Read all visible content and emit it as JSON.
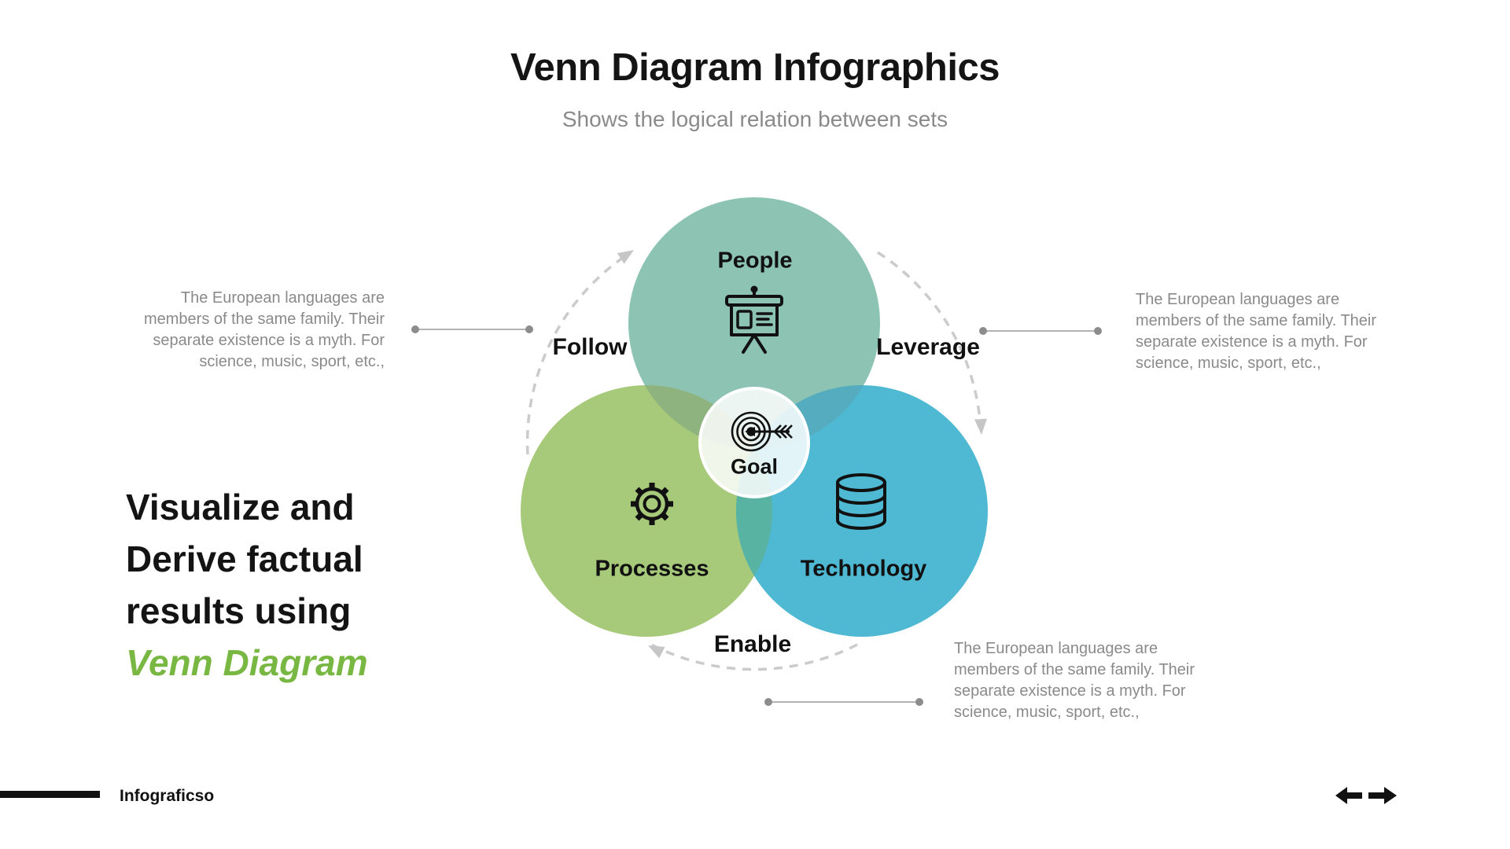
{
  "slide": {
    "title": "Venn Diagram Infographics",
    "subtitle": "Shows the logical relation between sets"
  },
  "headline": {
    "lines": [
      "Visualize and",
      "Derive factual",
      "results using"
    ],
    "accent": "Venn Diagram",
    "accent_color": "#79b743"
  },
  "venn": {
    "sets": [
      {
        "label": "People",
        "icon": "presentation-board-icon",
        "color": "#8dc3b3"
      },
      {
        "label": "Processes",
        "icon": "gear-icon",
        "color": "#a7c97a"
      },
      {
        "label": "Technology",
        "icon": "database-icon",
        "color": "#4fb8d3"
      }
    ],
    "overlaps": {
      "people_processes": "#8eb37e",
      "people_technology": "#55acbf",
      "processes_technology": "#58b3a2",
      "all": "#6fbcae"
    },
    "center": {
      "label": "Goal",
      "icon": "target-arrow-icon"
    },
    "cycle_labels": {
      "left": "Follow",
      "right": "Leverage",
      "bottom": "Enable"
    },
    "arc_color": "#cbcbcb",
    "connector_color": "#8c8c8c"
  },
  "annotations": {
    "left": {
      "lines": [
        "The European languages are",
        "members of the same family. Their",
        "separate existence is a myth. For",
        "science, music, sport, etc.,"
      ]
    },
    "right": {
      "lines": [
        "The European languages are",
        "members of the same family. Their",
        "separate existence is a myth. For",
        "science, music, sport, etc.,"
      ]
    },
    "bottom": {
      "lines": [
        "The European languages are",
        "members of the same family. Their",
        "separate existence is a myth. For",
        "science, music, sport, etc.,"
      ]
    }
  },
  "footer": {
    "brand": "Infograficso"
  },
  "nav": {
    "prev_icon": "left-arrow-icon",
    "next_icon": "right-arrow-icon"
  }
}
